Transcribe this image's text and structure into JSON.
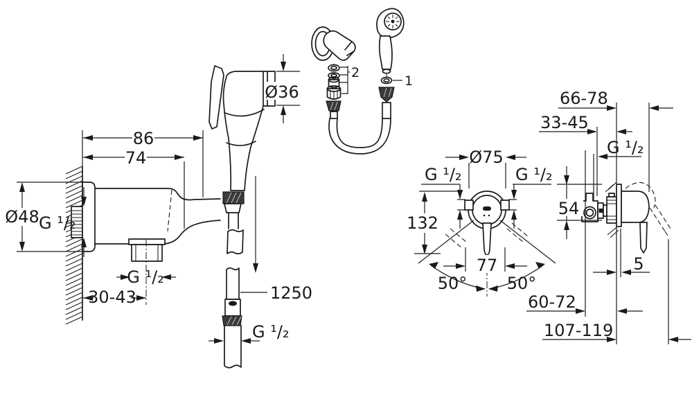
{
  "drawing": {
    "background": "#ffffff",
    "line_color": "#1a1a1a",
    "left_view": {
      "dim_width_total": "86",
      "dim_width_holder": "74",
      "dim_escutcheon_diameter": "Ø48",
      "label_inlet_thread": "G ¹/₂",
      "label_outlet_thread": "G ¹/₂",
      "dim_wall_depth_range": "30-43",
      "dim_handle_diameter": "Ø36"
    },
    "hose_detail": {
      "dim_hose_length": "1250",
      "label_hose_thread": "G ¹/₂"
    },
    "exploded_view": {
      "part_label_seal": "1",
      "part_label_valve_set": "2"
    },
    "front_view": {
      "dim_trim_diameter": "Ø75",
      "label_thread_left": "G ¹/₂",
      "label_thread_right": "G ¹/₂",
      "dim_height": "132",
      "dim_width": "77",
      "angle_left": "50°",
      "angle_right": "50°"
    },
    "side_view": {
      "dim_handle_depth_range": "66-78",
      "dim_cartridge_depth_range": "33-45",
      "label_supply_thread": "G ¹/₂",
      "dim_body_height": "54",
      "dim_plate_thickness": "5",
      "dim_rough_in_depth_range": "60-72",
      "dim_total_depth_range": "107-119"
    }
  }
}
